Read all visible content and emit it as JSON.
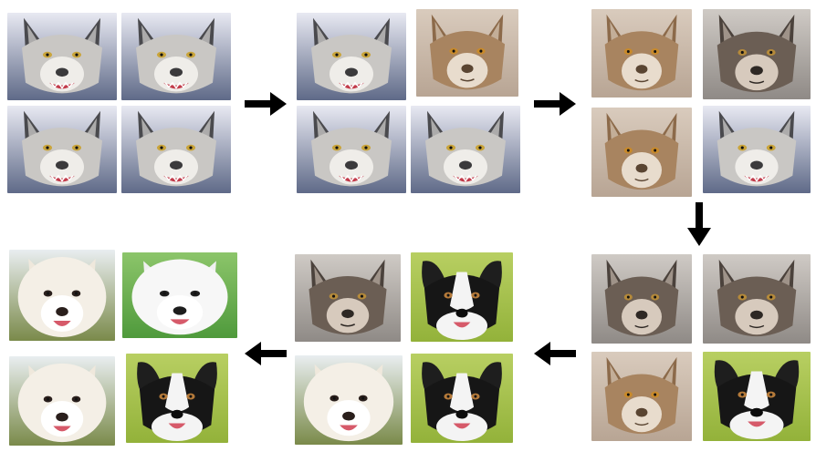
{
  "photo_kinds": {
    "wolf_snarl": {
      "icon": "snarling-grey-wolf-icon",
      "bg": "#5f6a88",
      "bg2": "#e8e9f2",
      "face": "#c9c7c4",
      "mask": "#efede9",
      "dark": "#3b3a3c",
      "ears": "#4a4a4e",
      "eye": "#c9a43a"
    },
    "wolf_calm": {
      "icon": "calm-brown-wolf-icon",
      "bg": "#b8a594",
      "bg2": "#d9cbbd",
      "face": "#a88460",
      "mask": "#e8dccd",
      "dark": "#5a4532",
      "ears": "#8c6a4a",
      "eye": "#c98a2a"
    },
    "wolf_dark": {
      "icon": "dark-grey-wolf-icon",
      "bg": "#8f8a86",
      "bg2": "#cfcac5",
      "face": "#6b5e54",
      "mask": "#d7cabd",
      "dark": "#2e2824",
      "ears": "#4b423c",
      "eye": "#b58a3a"
    },
    "samoyed": {
      "icon": "samoyed-dog-icon",
      "bg": "#7a8a4a",
      "bg2": "#e9eef0",
      "face": "#f4efe6",
      "mask": "#ffffff",
      "dark": "#2a1f1c",
      "ears": "#efe8dc",
      "eye": "#2a1f1c"
    },
    "pomeranian": {
      "icon": "pomeranian-dog-icon",
      "bg": "#4f9a3c",
      "bg2": "#8cc56a",
      "face": "#f7f7f7",
      "mask": "#ffffff",
      "dark": "#1d1d1d",
      "ears": "#f0f0f0",
      "eye": "#1d1d1d"
    },
    "border_collie": {
      "icon": "border-collie-dog-icon",
      "bg": "#93b23a",
      "bg2": "#b8cf62",
      "face": "#161616",
      "mask": "#f4f4f4",
      "dark": "#0c0c0c",
      "ears": "#1e1e1e",
      "eye": "#b57a3a"
    }
  },
  "groups": [
    {
      "name": "group-1",
      "cells": [
        "wolf_snarl",
        "wolf_snarl",
        "wolf_snarl",
        "wolf_snarl"
      ]
    },
    {
      "name": "group-2",
      "cells": [
        "wolf_snarl",
        "wolf_calm",
        "wolf_snarl",
        "wolf_snarl"
      ]
    },
    {
      "name": "group-3",
      "cells": [
        "wolf_calm",
        "wolf_dark",
        "wolf_calm",
        "wolf_snarl"
      ]
    },
    {
      "name": "group-4",
      "cells": [
        "wolf_dark",
        "wolf_dark",
        "wolf_calm",
        "border_collie"
      ]
    },
    {
      "name": "group-5",
      "cells": [
        "wolf_dark",
        "border_collie",
        "samoyed",
        "border_collie"
      ]
    },
    {
      "name": "group-6",
      "cells": [
        "samoyed",
        "pomeranian",
        "samoyed",
        "border_collie"
      ]
    }
  ],
  "arrows": [
    {
      "name": "arrow-right-1",
      "direction": "right",
      "icon": "arrow-right-icon"
    },
    {
      "name": "arrow-right-2",
      "direction": "right",
      "icon": "arrow-right-icon"
    },
    {
      "name": "arrow-down-1",
      "direction": "down",
      "icon": "arrow-down-icon"
    },
    {
      "name": "arrow-left-1",
      "direction": "left",
      "icon": "arrow-left-icon"
    },
    {
      "name": "arrow-left-2",
      "direction": "left",
      "icon": "arrow-left-icon"
    }
  ],
  "arrow_color": "#000000"
}
